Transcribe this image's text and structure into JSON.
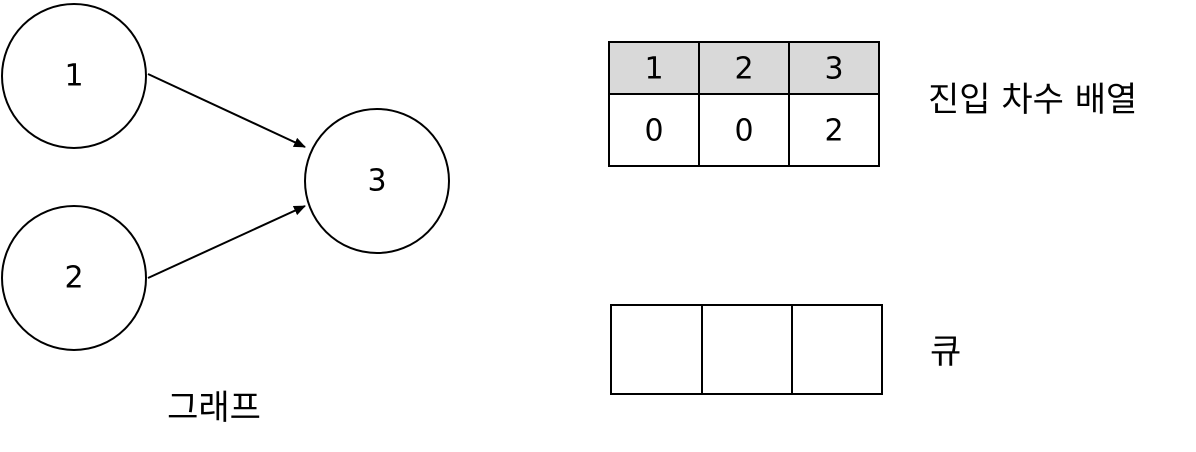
{
  "graph": {
    "caption": "그래프",
    "nodes": [
      {
        "id": "1",
        "label": "1"
      },
      {
        "id": "2",
        "label": "2"
      },
      {
        "id": "3",
        "label": "3"
      }
    ],
    "edges": [
      {
        "from": "1",
        "to": "3"
      },
      {
        "from": "2",
        "to": "3"
      }
    ]
  },
  "indegree": {
    "caption": "진입 차수 배열",
    "headers": [
      "1",
      "2",
      "3"
    ],
    "values": [
      "0",
      "0",
      "2"
    ]
  },
  "queue": {
    "caption": "큐",
    "cells": [
      "",
      "",
      ""
    ]
  }
}
